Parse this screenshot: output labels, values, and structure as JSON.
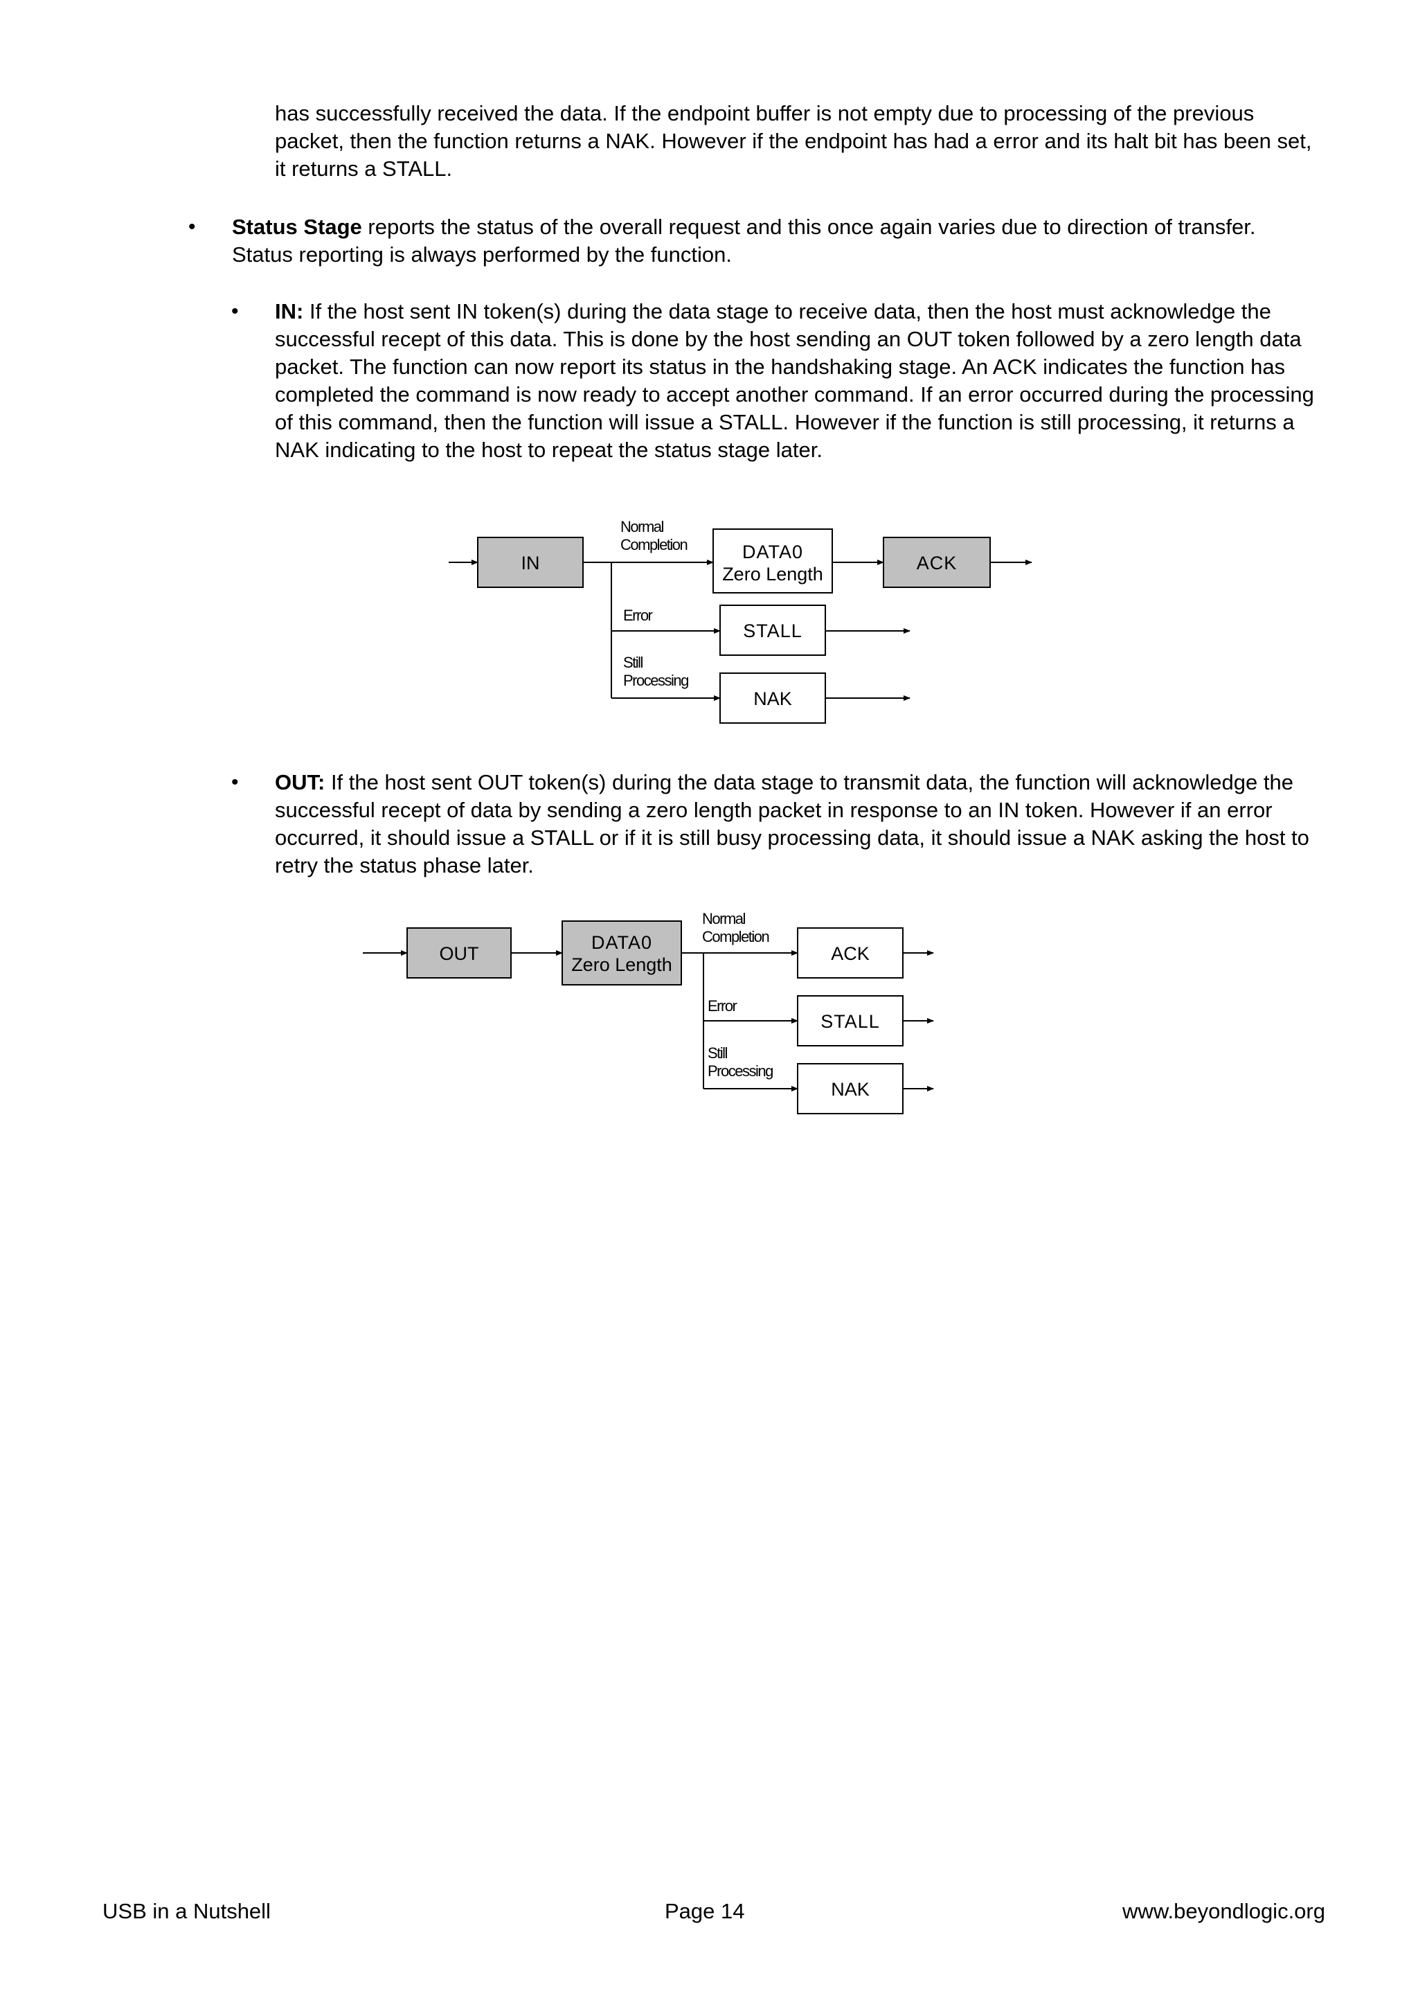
{
  "intro_paragraph": "has successfully received the data. If the endpoint buffer is not empty due to processing of the previous packet, then the function returns a NAK. However if the endpoint has had a error and its halt bit has been set, it returns a STALL.",
  "status_stage": {
    "title": "Status Stage",
    "text": " reports the status of the overall request and this once again varies due to direction of transfer. Status reporting is always performed by the function."
  },
  "in_item": {
    "title": "IN:",
    "text": " If the host sent IN token(s) during the data stage to receive data, then the host must acknowledge the successful recept of this data. This is done by the host sending an OUT token followed by a zero length data packet. The function can now report its status in the handshaking stage. An ACK indicates the function has completed the command is now ready to accept another command. If an error occurred during the processing of this command, then the function will issue a STALL. However if the function is still processing, it returns a NAK indicating to the host to repeat the status stage later."
  },
  "out_item": {
    "title": "OUT:",
    "text": " If the host sent OUT token(s) during the data stage to transmit data, the function will acknowledge the successful recept of data by sending a zero length packet in response to an IN token. However if an error occurred, it should issue a STALL or if it is still busy processing data, it should issue a NAK asking the host to retry the status phase later."
  },
  "diagram_in": {
    "token": "IN",
    "data_line1": "DATA0",
    "data_line2": "Zero Length",
    "ack": "ACK",
    "stall": "STALL",
    "nak": "NAK",
    "normal_line1": "Normal",
    "normal_line2": "Completion",
    "error": "Error",
    "still_line1": "Still",
    "still_line2": "Processing"
  },
  "diagram_out": {
    "token": "OUT",
    "data_line1": "DATA0",
    "data_line2": "Zero Length",
    "ack": "ACK",
    "stall": "STALL",
    "nak": "NAK",
    "normal_line1": "Normal",
    "normal_line2": "Completion",
    "error": "Error",
    "still_line1": "Still",
    "still_line2": "Processing"
  },
  "footer": {
    "left": "USB in a Nutshell",
    "center": "Page 14",
    "right": "www.beyondlogic.org"
  },
  "colors": {
    "token_fill": "#c0c0c0",
    "box_fill": "#ffffff",
    "stroke": "#000000"
  }
}
